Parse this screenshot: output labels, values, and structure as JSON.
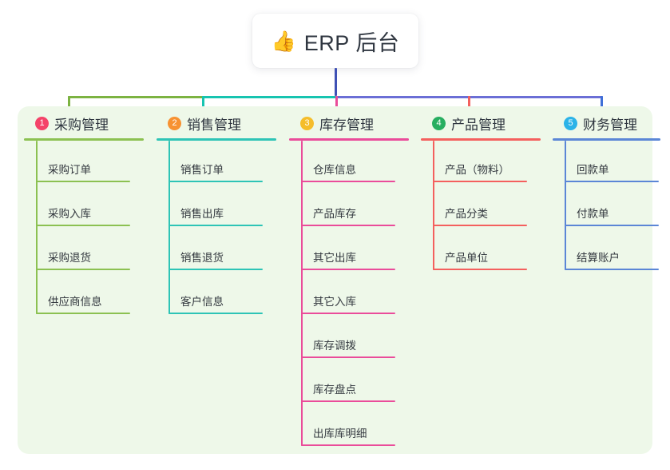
{
  "root": {
    "emoji": "👍",
    "emoji_name": "thumbs-up-icon",
    "title": "ERP 后台"
  },
  "colors": {
    "panel_background": "#eef8e9",
    "page_background": "#ffffff",
    "root_line": "#3f51b5",
    "trunk_green": "#7cb342",
    "trunk_teal": "#17c4b0",
    "trunk_purple": "#6b6fd6",
    "drop_green": "#7cb342",
    "drop_teal": "#17c4b0",
    "drop_pink": "#ea4c9a",
    "drop_red": "#f4605e",
    "drop_blue": "#3f6fd8"
  },
  "branches": [
    {
      "index": "1",
      "title": "采购管理",
      "badge_color": "#f44369",
      "line_color": "#8cc152",
      "items": [
        {
          "label": "采购订单"
        },
        {
          "label": "采购入库"
        },
        {
          "label": "采购退货"
        },
        {
          "label": "供应商信息"
        }
      ]
    },
    {
      "index": "2",
      "title": "销售管理",
      "badge_color": "#f79232",
      "line_color": "#2ec4b6",
      "items": [
        {
          "label": "销售订单"
        },
        {
          "label": "销售出库"
        },
        {
          "label": "销售退货"
        },
        {
          "label": "客户信息"
        }
      ]
    },
    {
      "index": "3",
      "title": "库存管理",
      "badge_color": "#f5bd2a",
      "line_color": "#ea4c9a",
      "items": [
        {
          "label": "仓库信息"
        },
        {
          "label": "产品库存"
        },
        {
          "label": "其它出库"
        },
        {
          "label": "其它入库"
        },
        {
          "label": "库存调拨"
        },
        {
          "label": "库存盘点"
        },
        {
          "label": "出库库明细"
        }
      ]
    },
    {
      "index": "4",
      "title": "产品管理",
      "badge_color": "#27ae60",
      "line_color": "#f4605e",
      "items": [
        {
          "label": "产品（物料）"
        },
        {
          "label": "产品分类"
        },
        {
          "label": "产品单位"
        }
      ]
    },
    {
      "index": "5",
      "title": "财务管理",
      "badge_color": "#2bb3e8",
      "line_color": "#5b86d6",
      "items": [
        {
          "label": "回款单"
        },
        {
          "label": "付款单"
        },
        {
          "label": "结算账户"
        }
      ]
    }
  ]
}
